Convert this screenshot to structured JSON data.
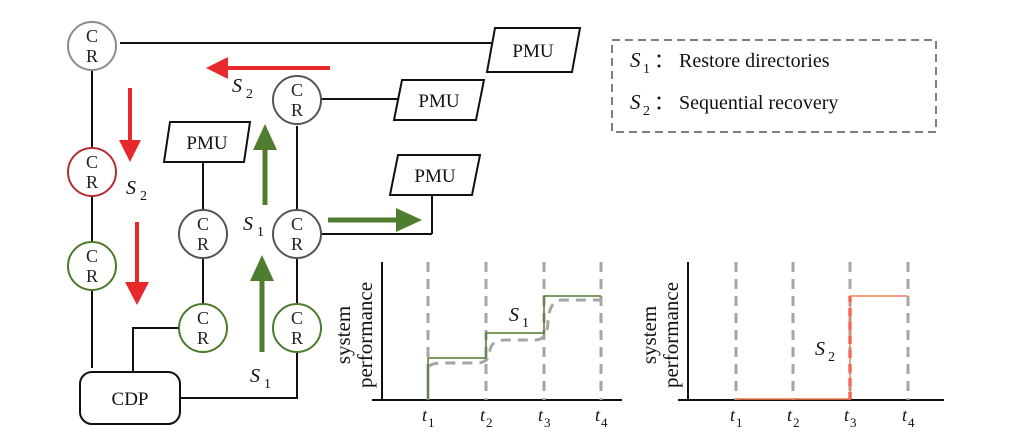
{
  "node": {
    "top": "C",
    "bottom": "R"
  },
  "pmu_label": "PMU",
  "cdp_label": "CDP",
  "legend": {
    "s1_symbol": "S",
    "s1_sub": "1",
    "s1_text": "： Restore directories",
    "s2_symbol": "S",
    "s2_sub": "2",
    "s2_text": "： Sequential recovery"
  },
  "step_labels": {
    "s1_symbol": "S",
    "s1_sub": "1",
    "s2_symbol": "S",
    "s2_sub": "2"
  },
  "colors": {
    "grey_node": "#8c8c8c",
    "dark_node": "#555555",
    "red_node": "#b03030",
    "green_node": "#4d7a2b",
    "red_arrow": "#e8282b",
    "green_arrow": "#4f7c2e",
    "dashed_grey": "#a6a6a6",
    "orange_line": "#f07d55"
  },
  "chart_left": {
    "ylabel_line1": "system",
    "ylabel_line2": "performance",
    "series_label": "S",
    "series_sub": "1",
    "ticks": [
      {
        "sym": "t",
        "sub": "1"
      },
      {
        "sym": "t",
        "sub": "2"
      },
      {
        "sym": "t",
        "sub": "3"
      },
      {
        "sym": "t",
        "sub": "4"
      }
    ]
  },
  "chart_right": {
    "ylabel_line1": "system",
    "ylabel_line2": "performance",
    "series_label": "S",
    "series_sub": "2",
    "ticks": [
      {
        "sym": "t",
        "sub": "1"
      },
      {
        "sym": "t",
        "sub": "2"
      },
      {
        "sym": "t",
        "sub": "3"
      },
      {
        "sym": "t",
        "sub": "4"
      }
    ]
  }
}
